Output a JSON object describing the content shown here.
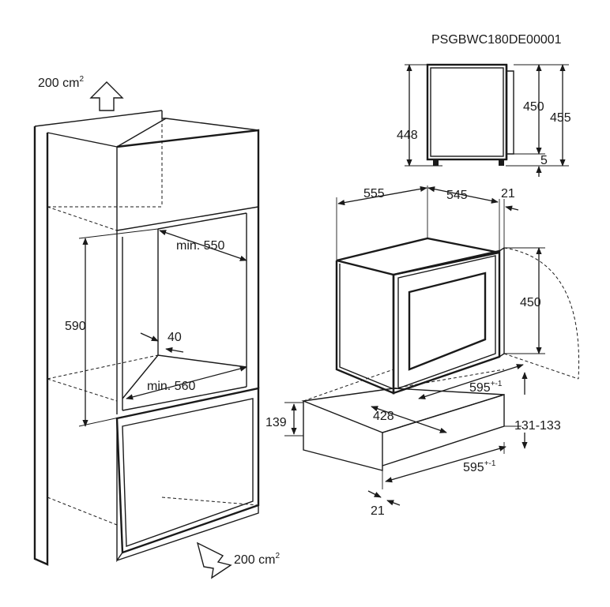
{
  "product_code": "PSGBWC180DE00001",
  "ventilation": {
    "top_area": "200 cm",
    "top_area_sup": "2",
    "bottom_area": "200 cm",
    "bottom_area_sup": "2"
  },
  "cabinet": {
    "niche_width": "min. 550",
    "niche_height": "590",
    "depth_offset": "40",
    "niche_depth": "min. 560"
  },
  "side_view": {
    "height_left": "448",
    "height_inner": "450",
    "height_total": "455",
    "foot_gap": "5"
  },
  "appliance": {
    "depth_total": "555",
    "depth_body": "545",
    "front_thickness": "21",
    "height": "450",
    "front_width": "595",
    "front_width_tol": "+-1",
    "inner_width": "428",
    "mount_height": "131-133",
    "shelf_height": "139",
    "shelf_width": "595",
    "shelf_width_tol": "+-1",
    "shelf_front_thickness": "21"
  }
}
